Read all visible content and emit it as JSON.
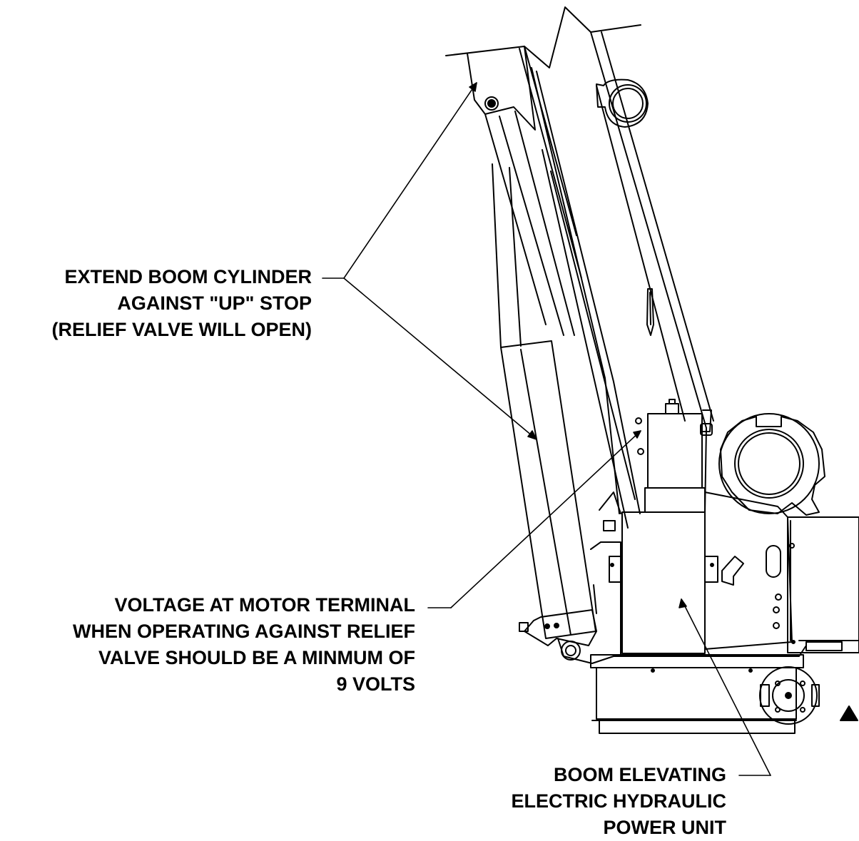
{
  "callouts": {
    "extend_boom": {
      "lines": [
        "EXTEND BOOM CYLINDER",
        "AGAINST \"UP\" STOP",
        "(RELIEF VALVE WILL OPEN)"
      ]
    },
    "voltage": {
      "lines": [
        "VOLTAGE AT MOTOR TERMINAL",
        "WHEN OPERATING AGAINST RELIEF",
        "VALVE SHOULD BE A MINMUM OF",
        "9 VOLTS"
      ]
    },
    "power_unit": {
      "lines": [
        "BOOM ELEVATING",
        "ELECTRIC HYDRAULIC",
        "POWER UNIT"
      ]
    }
  },
  "colors": {
    "ink": "#000000",
    "paper": "#ffffff"
  }
}
